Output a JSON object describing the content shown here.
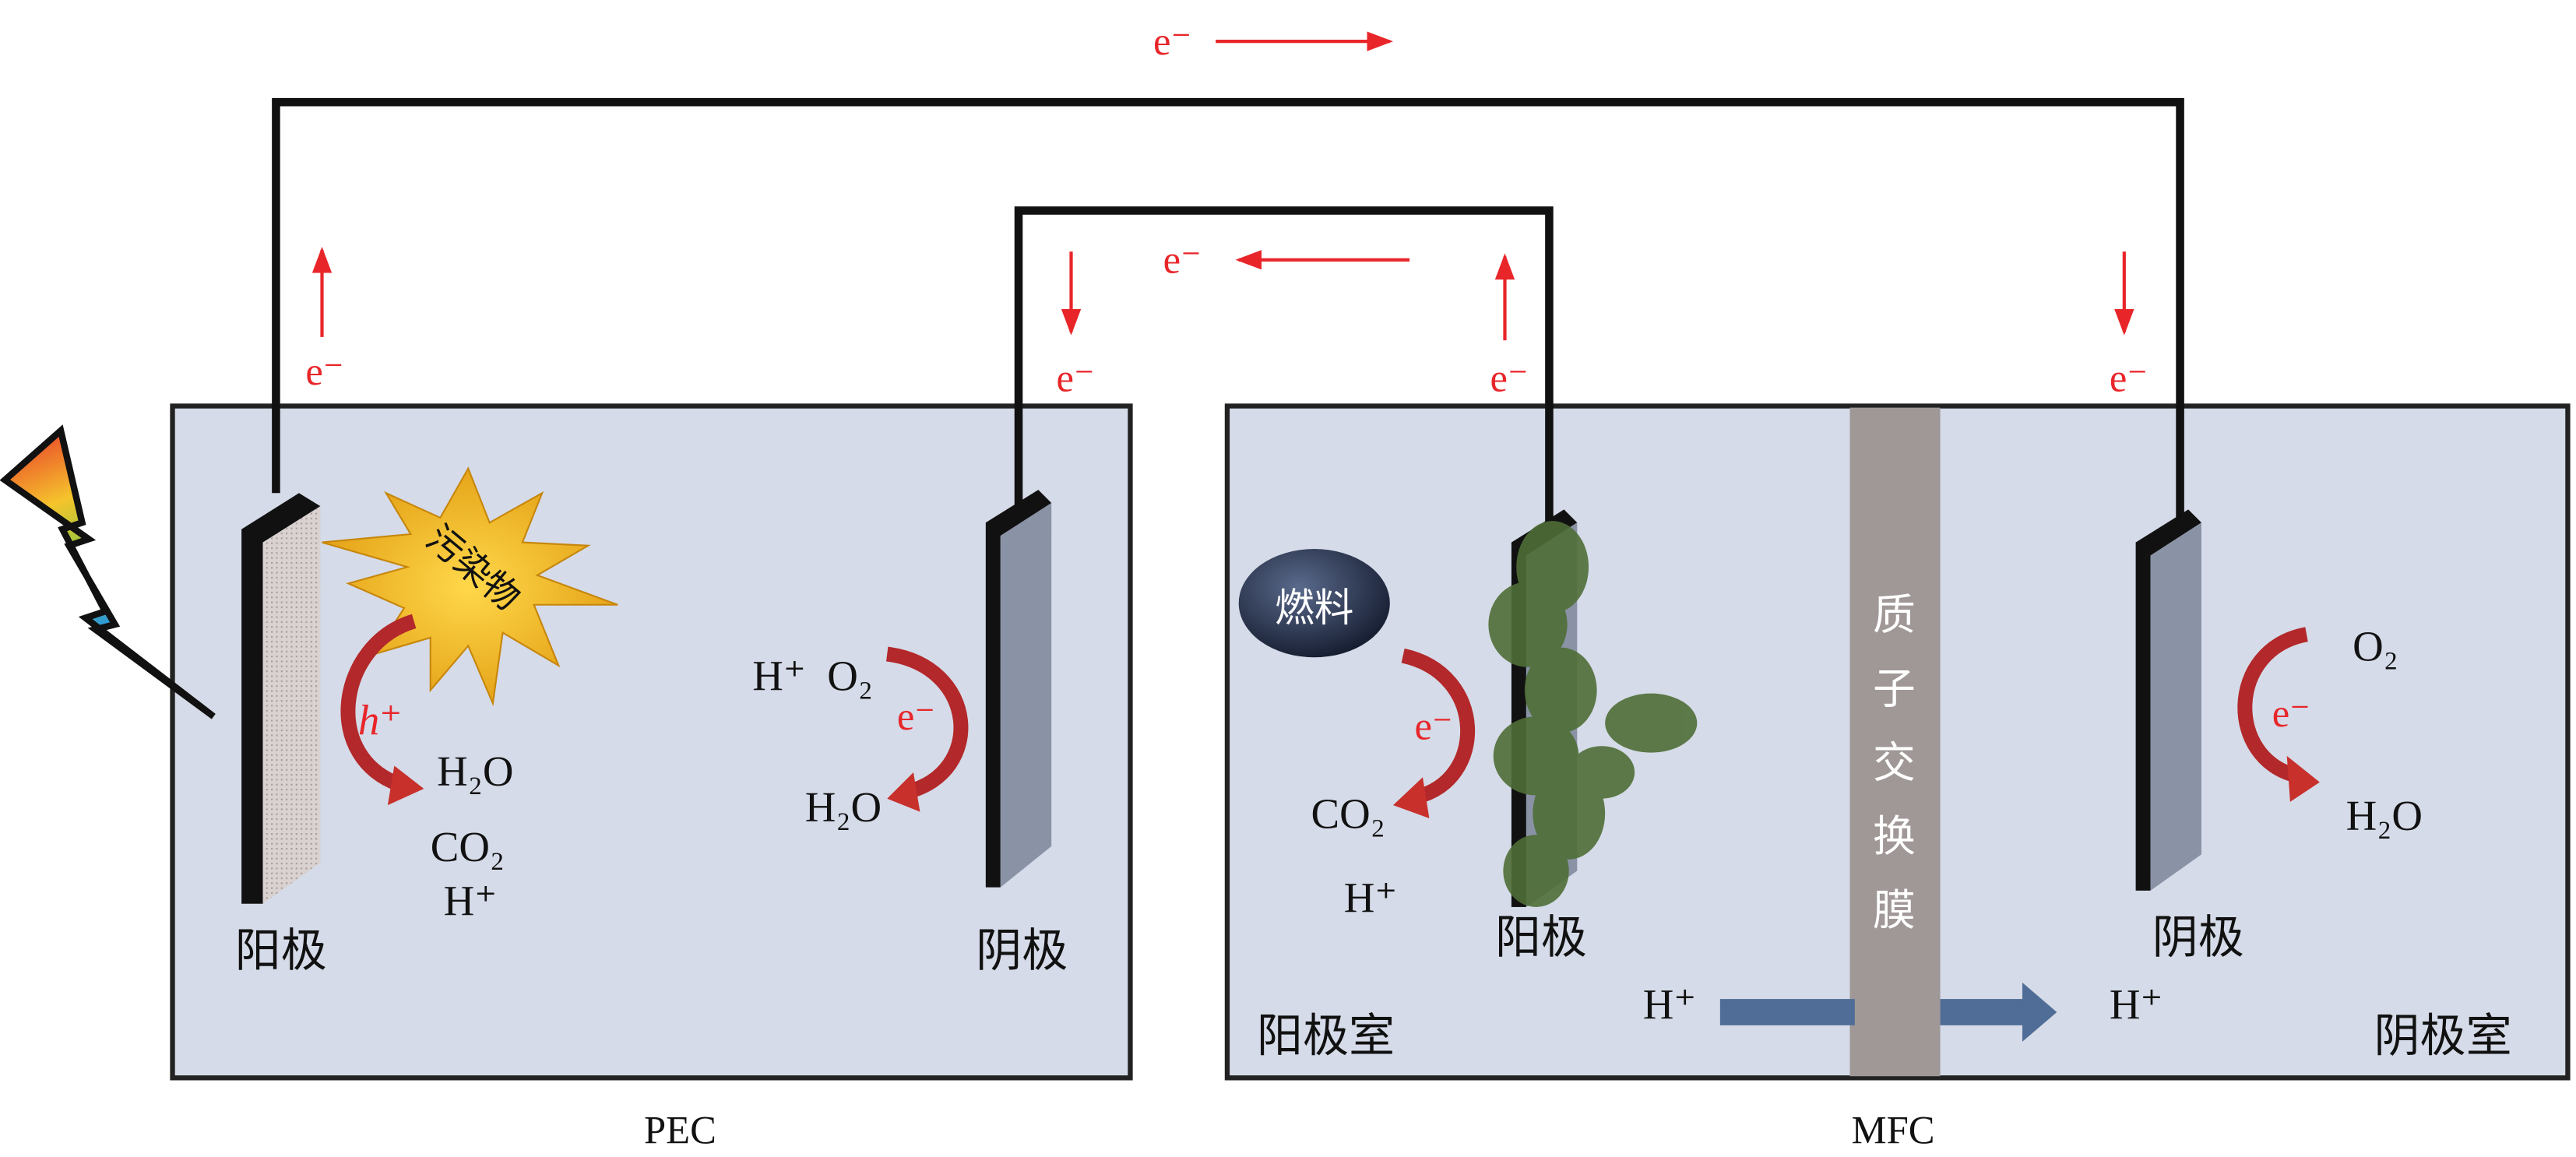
{
  "colors": {
    "chamber": "#d5dbe8",
    "membrane": "#a09897",
    "wire": "#111111",
    "electron": "#e8262a",
    "reaction_arrow": "#b3282a",
    "proton_arrow": "#4f6d96",
    "cathode_plate": "#8a93a6"
  },
  "electron_labels": {
    "top": "e⁻",
    "middle": "e⁻",
    "pec_anode": "e⁻",
    "pec_cathode": "e⁻",
    "mfc_anode": "e⁻",
    "mfc_cathode": "e⁻"
  },
  "pec": {
    "caption": "PEC",
    "pollutant": "污染物",
    "hole": "h⁺",
    "anode_products": [
      "H₂O",
      "CO₂",
      "H⁺"
    ],
    "cathode_reactants": "H⁺  O₂",
    "cathode_electron": "e⁻",
    "cathode_product": "H₂O",
    "anode_label": "阳极",
    "cathode_label": "阴极"
  },
  "mfc": {
    "caption": "MFC",
    "fuel": "燃料",
    "anode_electron": "e⁻",
    "anode_products": [
      "CO₂",
      "H⁺"
    ],
    "anode_label": "阳极",
    "membrane_label": [
      "质",
      "子",
      "交",
      "换",
      "膜"
    ],
    "cathode_reactant": "O₂",
    "cathode_electron": "e⁻",
    "cathode_product": "H₂O",
    "cathode_label": "阴极",
    "anode_chamber": "阳极室",
    "cathode_chamber": "阴极室",
    "proton_left": "H⁺",
    "proton_right": "H⁺"
  }
}
